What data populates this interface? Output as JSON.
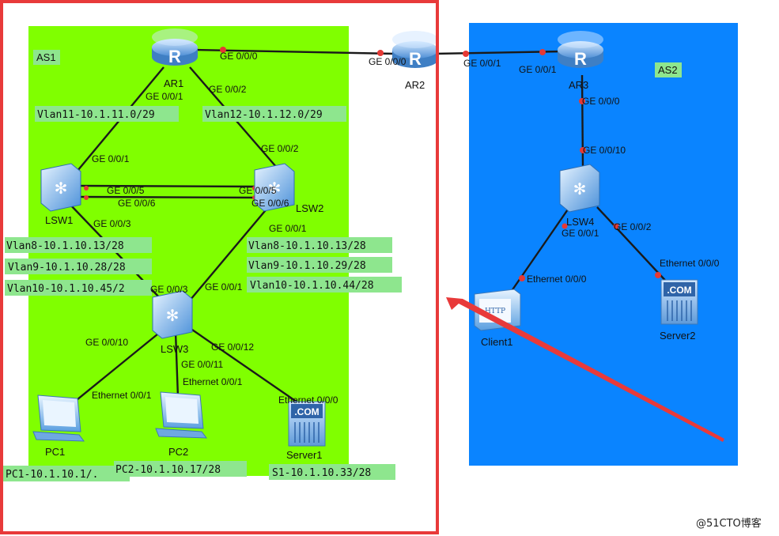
{
  "zones": {
    "as1": {
      "label": "AS1",
      "color": "#80ff00"
    },
    "as2": {
      "label": "AS2",
      "color": "#0a84ff"
    }
  },
  "devices": {
    "ar1": "AR1",
    "ar2": "AR2",
    "ar3": "AR3",
    "lsw1": "LSW1",
    "lsw2": "LSW2",
    "lsw3": "LSW3",
    "lsw4": "LSW4",
    "pc1": "PC1",
    "pc2": "PC2",
    "server1": "Server1",
    "client1": "Client1",
    "server2": "Server2"
  },
  "ports": {
    "ar1_ge000": "GE 0/0/0",
    "ar2_ge000": "GE 0/0/0",
    "ar2_ge001": "GE 0/0/1",
    "ar3_ge001": "GE 0/0/1",
    "ar1_ge001": "GE 0/0/1",
    "ar1_ge002": "GE 0/0/2",
    "lsw1_ge001": "GE 0/0/1",
    "lsw2_ge002": "GE 0/0/2",
    "lsw1_ge005": "GE 0/0/5",
    "lsw2_ge005": "GE 0/0/5",
    "lsw1_ge006": "GE 0/0/6",
    "lsw2_ge006": "GE 0/0/6",
    "lsw1_ge003": "GE 0/0/3",
    "lsw2_ge001": "GE 0/0/1",
    "lsw3_ge003": "GE 0/0/3",
    "lsw3_ge001": "GE 0/0/1",
    "lsw3_ge0010": "GE 0/0/10",
    "lsw3_ge0011": "GE 0/0/11",
    "lsw3_ge0012": "GE 0/0/12",
    "pc1_eth": "Ethernet 0/0/1",
    "pc2_eth": "Ethernet 0/0/1",
    "server1_eth": "Ethernet 0/0/0",
    "ar3_ge000": "GE 0/0/0",
    "lsw4_ge0010": "GE 0/0/10",
    "lsw4_ge001": "GE 0/0/1",
    "lsw4_ge002": "GE 0/0/2",
    "client1_eth": "Ethernet 0/0/0",
    "server2_eth": "Ethernet 0/0/0"
  },
  "networks": {
    "vlan11": "Vlan11-10.1.11.0/29",
    "vlan12": "Vlan12-10.1.12.0/29",
    "lsw1_vlan8": "Vlan8-10.1.10.13/28",
    "lsw1_vlan9": "Vlan9-10.1.10.28/28",
    "lsw1_vlan10": "Vlan10-10.1.10.45/2",
    "lsw2_vlan8": "Vlan8-10.1.10.13/28",
    "lsw2_vlan9": "Vlan9-10.1.10.29/28",
    "lsw2_vlan10": "Vlan10-10.1.10.44/28",
    "pc1_addr": "PC1-10.1.10.1/.",
    "pc2_addr": "PC2-10.1.10.17/28",
    "s1_addr": "S1-10.1.10.33/28"
  },
  "icon_text": {
    "http": "HTTP",
    "com": ".COM"
  },
  "watermark": "@51CTO博客",
  "colors": {
    "highlight_box": "#e83a3a",
    "arrow": "#e83a3a",
    "label_bg": "#8ee68e",
    "link": "#1a1a1a",
    "port_dot": "#e53935"
  }
}
